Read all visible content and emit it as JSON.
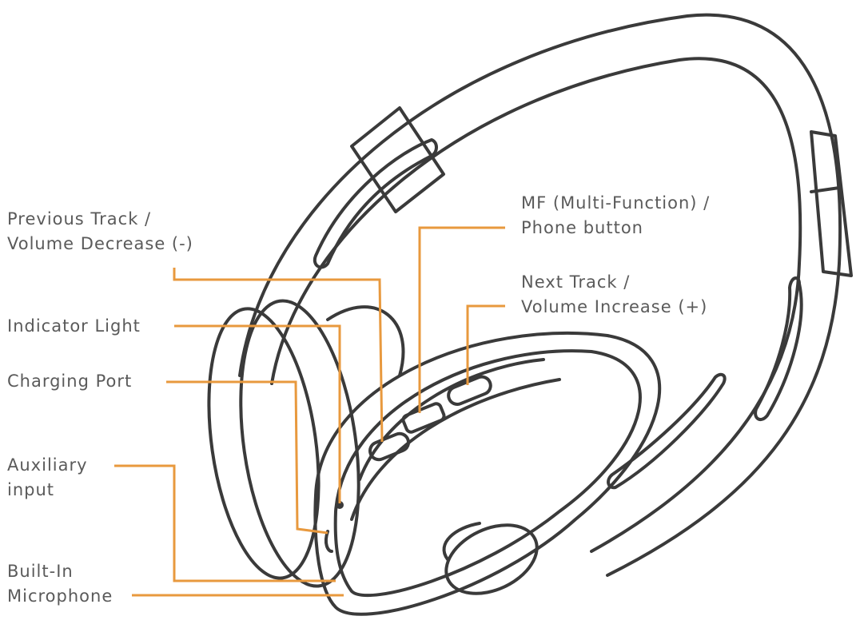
{
  "colors": {
    "leader": "#e8993e",
    "outline": "#3a3a3a",
    "text": "#5a5a5a"
  },
  "labels": {
    "prev": {
      "line1": "Previous Track /",
      "line2": "Volume Decrease (-)"
    },
    "mf": {
      "line1": "MF (Multi-Function) /",
      "line2": "Phone button"
    },
    "next": {
      "line1": "Next Track /",
      "line2": "Volume Increase (+)"
    },
    "indicator": {
      "line1": "Indicator Light"
    },
    "charging": {
      "line1": "Charging Port"
    },
    "aux": {
      "line1": "Auxiliary",
      "line2": "input"
    },
    "mic": {
      "line1": "Built-In",
      "line2": "Microphone"
    }
  }
}
